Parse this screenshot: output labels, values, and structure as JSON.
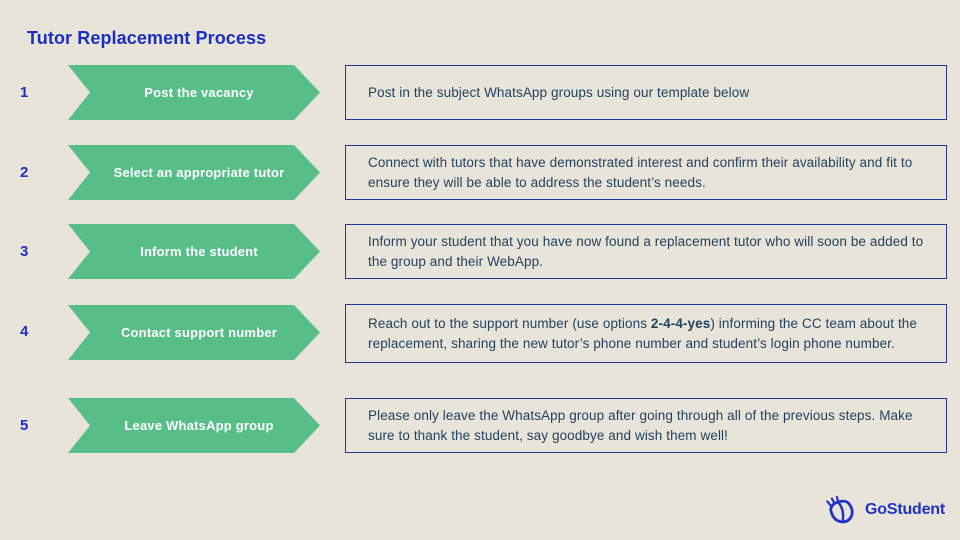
{
  "page": {
    "title": "Tutor Replacement Process"
  },
  "colors": {
    "background": "#e9e4d9",
    "arrow_green": "#57be8a",
    "title_blue": "#1c2fc2",
    "body_text_navy": "#21425f",
    "box_border_blue": "#1f3a93",
    "logo_blue": "#2133c6"
  },
  "steps": [
    {
      "number": "1",
      "label": "Post the vacancy",
      "desc_before": "Post in the subject WhatsApp groups using our template below",
      "desc_bold": "",
      "desc_after": ""
    },
    {
      "number": "2",
      "label": "Select an appropriate tutor",
      "desc_before": "Connect with tutors that have demonstrated interest and confirm their availability and fit to ensure they will be able to address the student’s needs.",
      "desc_bold": "",
      "desc_after": ""
    },
    {
      "number": "3",
      "label": "Inform the student",
      "desc_before": "Inform your student that you have now found a replacement tutor who will soon be added to the group and their WebApp.",
      "desc_bold": "",
      "desc_after": ""
    },
    {
      "number": "4",
      "label": "Contact support number",
      "desc_before": "Reach out to the support number (use options ",
      "desc_bold": "2-4-4-yes",
      "desc_after": ") informing the CC team about the replacement, sharing the new tutor’s phone number and student’s login phone number."
    },
    {
      "number": "5",
      "label": "Leave WhatsApp group",
      "desc_before": "Please only leave the WhatsApp group after going through all of the previous steps.  Make sure to thank the student, say goodbye and wish them well!",
      "desc_bold": "",
      "desc_after": ""
    }
  ],
  "footer": {
    "brand": "GoStudent",
    "logo_icon": "gostudent-hand-icon"
  }
}
